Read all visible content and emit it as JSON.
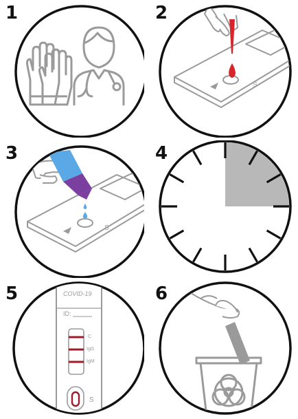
{
  "steps": [
    {
      "number": "1"
    },
    {
      "number": "2"
    },
    {
      "number": "3"
    },
    {
      "number": "4"
    },
    {
      "number": "5"
    },
    {
      "number": "6"
    }
  ],
  "test_device": {
    "title": "COVID-19",
    "id_label": "ID:",
    "line_labels": [
      "C",
      "IgG",
      "IgM"
    ],
    "sample_label": "S"
  },
  "timer": {
    "elapsed_fraction": 0.25
  },
  "colors": {
    "outline": "#111111",
    "line_art": "#9a9a9a",
    "blood": "#d7262b",
    "dropper_blue": "#5aa9e6",
    "dropper_purple": "#7b3fa0",
    "timer_fill": "#b8b8b8",
    "test_band": "#9c1c2a"
  }
}
